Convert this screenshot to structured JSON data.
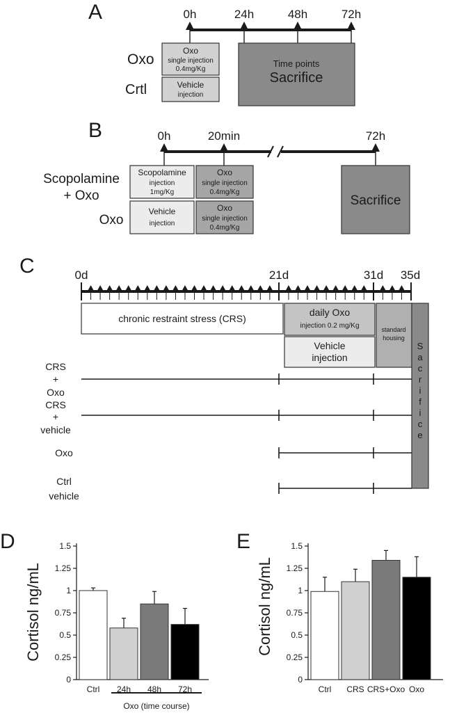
{
  "panel_a": {
    "letter": "A",
    "times": [
      "0h",
      "24h",
      "48h",
      "72h"
    ],
    "row_oxo": "Oxo",
    "row_ctrl": "Crtl",
    "oxo_box": [
      "Oxo",
      "single injection",
      "0.4mg/Kg"
    ],
    "vehicle_box": [
      "Vehicle",
      "injection"
    ],
    "sacrifice_box": [
      "Time points",
      "Sacrifice"
    ]
  },
  "panel_b": {
    "letter": "B",
    "times": [
      "0h",
      "20min",
      "72h"
    ],
    "row_scop": [
      "Scopolamine",
      "+ Oxo"
    ],
    "row_oxo": "Oxo",
    "scop_box": [
      "Scopolamine",
      "injection",
      "1mg/Kg"
    ],
    "oxo_box": [
      "Oxo",
      "single injection",
      "0.4mg/Kg"
    ],
    "vehicle_box": [
      "Vehicle",
      "injection"
    ],
    "sacrifice": "Sacrifice"
  },
  "panel_c": {
    "letter": "C",
    "days": [
      "0d",
      "21d",
      "31d",
      "35d"
    ],
    "crs_box": "chronic restraint stress (CRS)",
    "daily_oxo_box": [
      "daily Oxo",
      "injection  0.2 mg/Kg"
    ],
    "vehicle_box": [
      "Vehicle",
      "injection"
    ],
    "standard_box": [
      "standard",
      "housing"
    ],
    "sacrifice_letters": [
      "S",
      "a",
      "c",
      "r",
      "i",
      "f",
      "i",
      "c",
      "e"
    ],
    "groups": [
      [
        "CRS",
        "+",
        "Oxo"
      ],
      [
        "CRS",
        "+",
        "vehicle"
      ],
      [
        "Oxo"
      ],
      [
        "Ctrl",
        "vehicle"
      ]
    ]
  },
  "chart_data": [
    {
      "type": "bar",
      "panel": "D",
      "ylabel": "Cortisol ng/mL",
      "xlabel": "Oxo (time course)",
      "categories": [
        "Ctrl",
        "24h",
        "48h",
        "72h"
      ],
      "values": [
        1.0,
        0.58,
        0.85,
        0.62
      ],
      "errors": [
        0.03,
        0.11,
        0.14,
        0.18
      ],
      "colors": [
        "#ffffff",
        "#d0d0d0",
        "#7a7a7a",
        "#000000"
      ],
      "yticks": [
        "0",
        "0.25",
        "0.5",
        "0.75",
        "1",
        "1.25",
        "1.5"
      ],
      "ylim": [
        0,
        1.5
      ]
    },
    {
      "type": "bar",
      "panel": "E",
      "ylabel": "Cortisol ng/mL",
      "categories": [
        "Ctrl",
        "CRS",
        "CRS+Oxo",
        "Oxo"
      ],
      "values": [
        0.99,
        1.1,
        1.34,
        1.15
      ],
      "errors": [
        0.16,
        0.14,
        0.11,
        0.23
      ],
      "colors": [
        "#ffffff",
        "#d0d0d0",
        "#7a7a7a",
        "#000000"
      ],
      "yticks": [
        "0",
        "0.25",
        "0.5",
        "0.75",
        "1",
        "1.25",
        "1.5"
      ],
      "ylim": [
        0,
        1.5
      ]
    }
  ]
}
